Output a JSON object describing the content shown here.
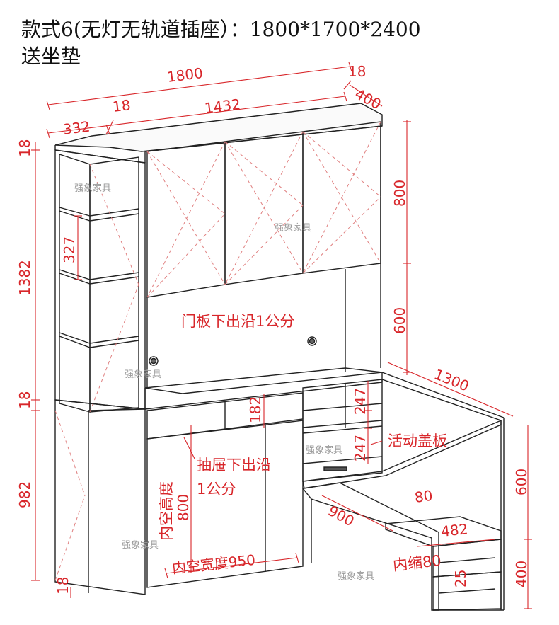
{
  "title": {
    "line1": "款式6(无灯无轨道插座）：1800*1700*2400",
    "line2": "送坐垫"
  },
  "dimensions": {
    "total_width": "1800",
    "side_panel_top": "18",
    "depth_top": "400",
    "shelf_width": "332",
    "panel_18": "18",
    "top_cabinet_width": "1432",
    "top_18": "18",
    "upper_height": "1382",
    "shelf_spacing": "327",
    "mid_18": "18",
    "lower_height": "982",
    "bottom_18": "18",
    "door_height": "800",
    "open_height": "600",
    "side_depth": "1300",
    "drawer_height": "182",
    "shelf1": "247",
    "shelf2": "247",
    "knee_height": "800",
    "inner_width": "内空宽度950",
    "desk_900": "900",
    "desk_80": "80",
    "bed_482": "482",
    "bed_600": "600",
    "bed_400": "400",
    "drawer_25": "25"
  },
  "notes": {
    "door_note": "门板下出沿1公分",
    "drawer_note_1": "抽屉下出沿",
    "drawer_note_2": "1公分",
    "inner_height": "内空高度",
    "movable_cover": "活动盖板",
    "indent": "内缩80"
  },
  "watermark": "强象家具",
  "colors": {
    "dimension": "#d8262a",
    "line": "#222222",
    "watermark": "#9a9a9a"
  }
}
